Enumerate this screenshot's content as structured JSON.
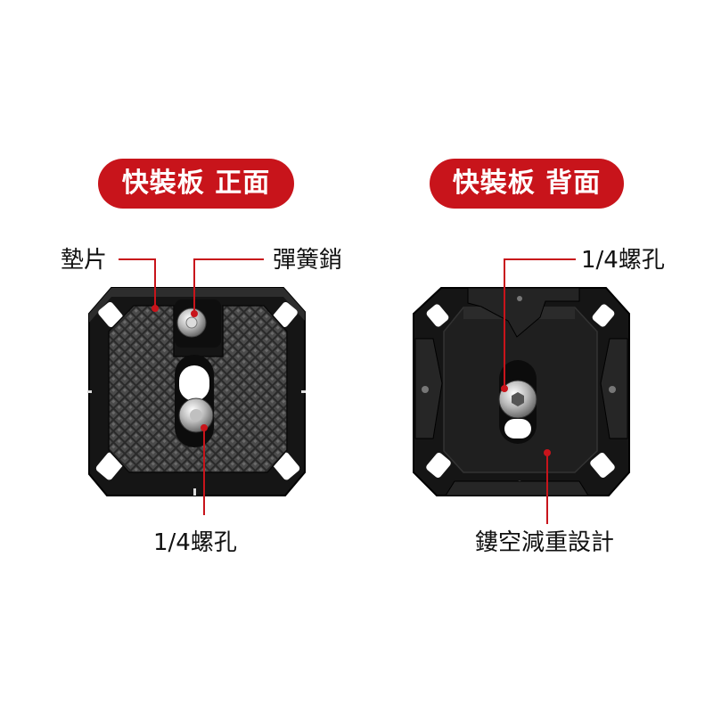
{
  "front": {
    "title": "快裝板 正面",
    "labels": {
      "pad": "墊片",
      "spring_pin": "彈簧銷",
      "screw": "1/4螺孔"
    }
  },
  "back": {
    "title": "快裝板 背面",
    "labels": {
      "screw": "1/4螺孔",
      "hollow": "鏤空減重設計"
    }
  },
  "colors": {
    "accent": "#c8141b",
    "plate": "#151515",
    "text": "#111111"
  }
}
